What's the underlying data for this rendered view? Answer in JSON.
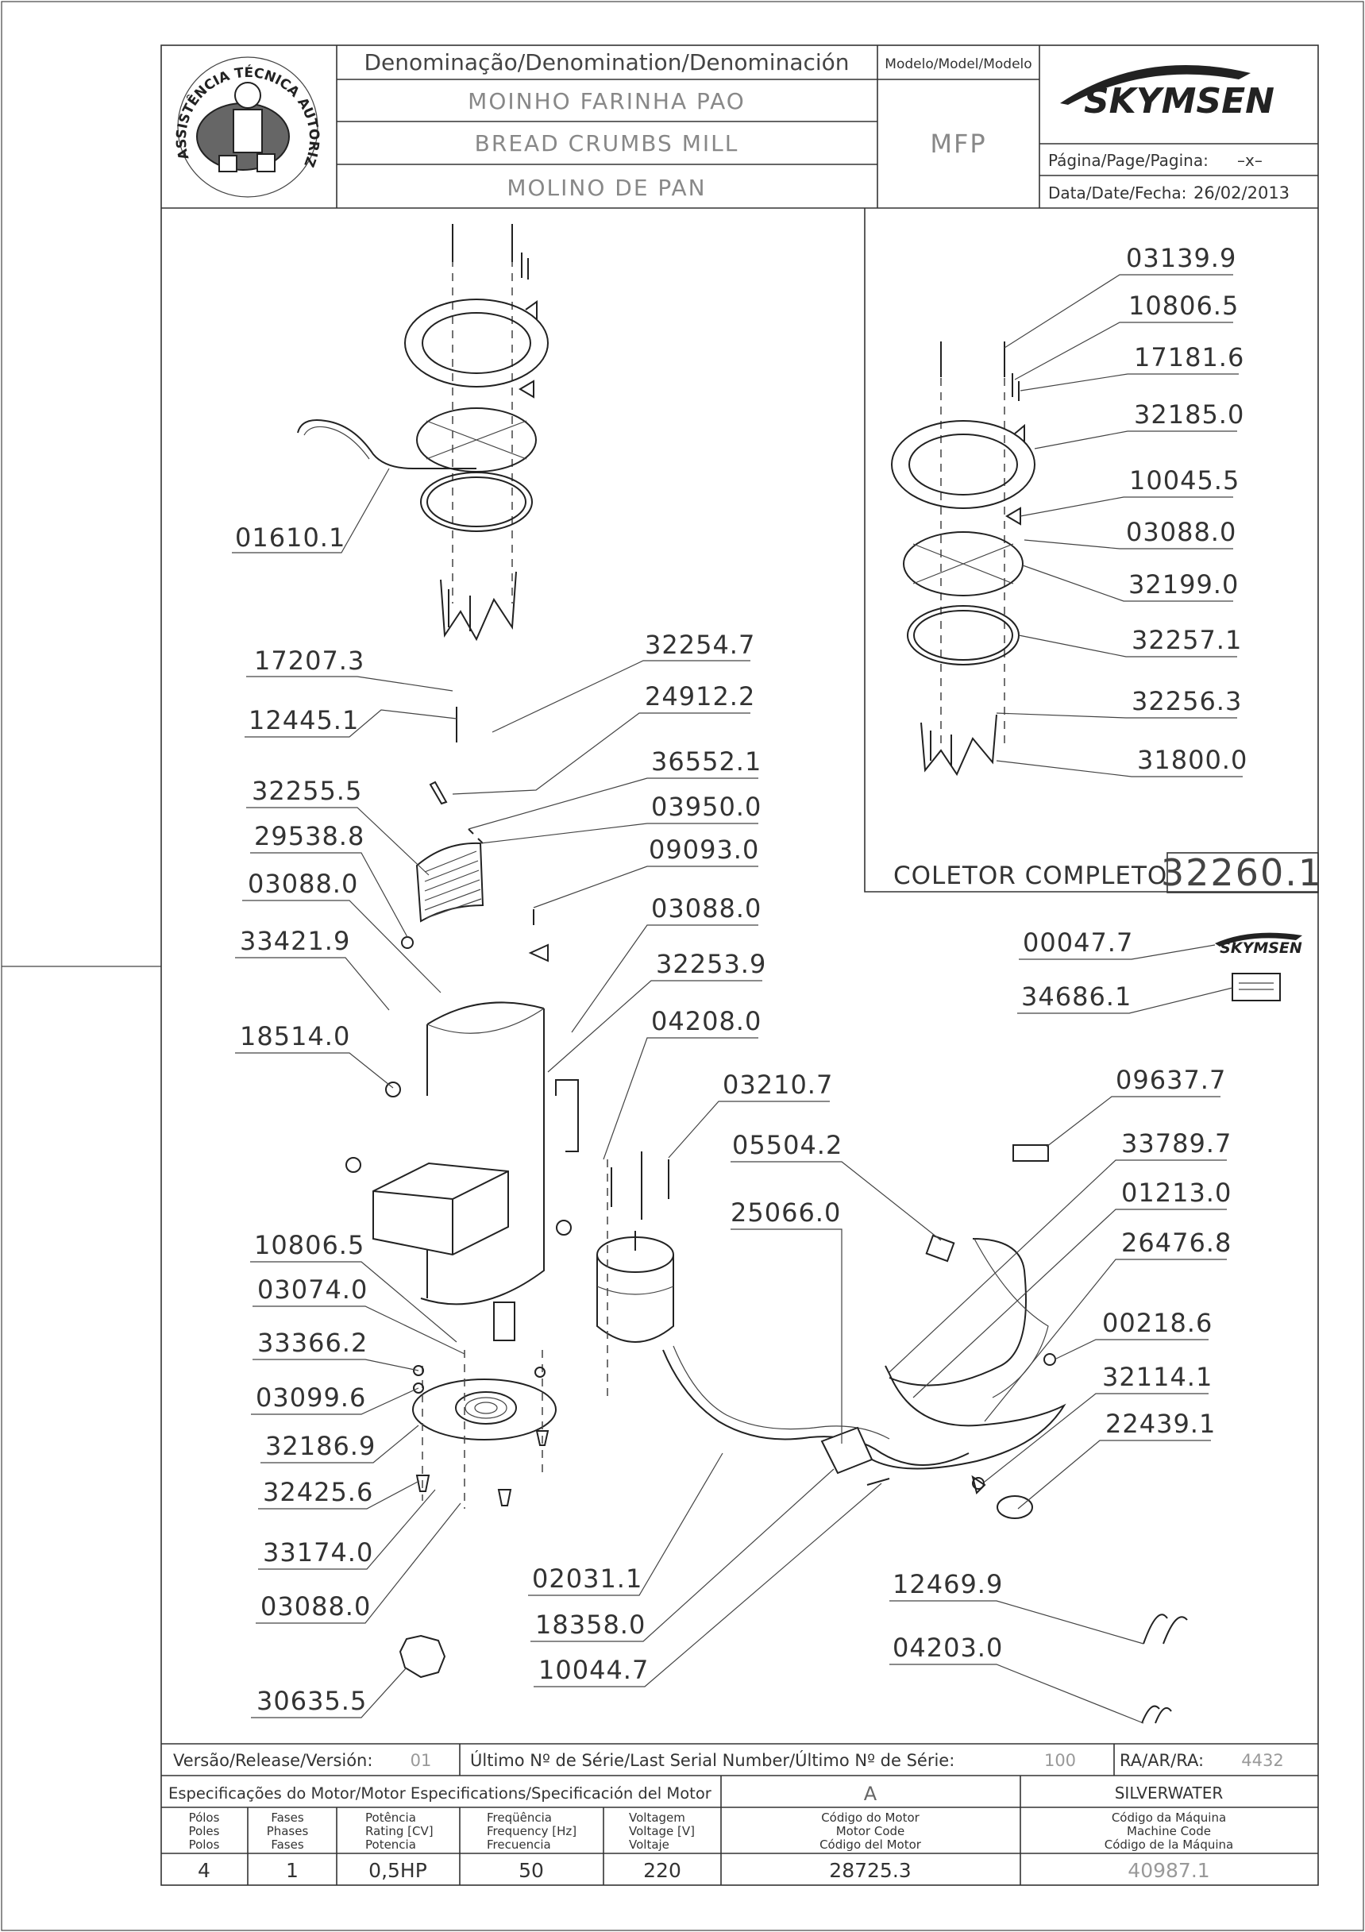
{
  "header": {
    "denomination_label": "Denominação/Denomination/Denominación",
    "model_label": "Modelo/Model/Modelo",
    "name_pt": "MOINHO FARINHA PAO",
    "name_en": "BREAD CRUMBS MILL",
    "name_es": "MOLINO DE PAN",
    "model_value": "MFP",
    "brand": "SKYMSEN",
    "page_label": "Página/Page/Pagina:",
    "page_value": "–x–",
    "date_label": "Data/Date/Fecha:",
    "date_value": "26/02/2013",
    "seal_text": "ASSISTÊNCIA TÉCNICA AUTORIZADA"
  },
  "inset": {
    "title": "COLETOR COMPLETO",
    "code": "32260.1"
  },
  "parts": {
    "p03139_9": "03139.9",
    "p10806_5a": "10806.5",
    "p17181_6": "17181.6",
    "p32185_0": "32185.0",
    "p10045_5": "10045.5",
    "p03088_0a": "03088.0",
    "p32199_0": "32199.0",
    "p32257_1": "32257.1",
    "p32256_3": "32256.3",
    "p31800_0": "31800.0",
    "p01610_1": "01610.1",
    "p17207_3": "17207.3",
    "p12445_1": "12445.1",
    "p32254_7": "32254.7",
    "p24912_2": "24912.2",
    "p36552_1": "36552.1",
    "p03950_0": "03950.0",
    "p32255_5": "32255.5",
    "p29538_8": "29538.8",
    "p09093_0": "09093.0",
    "p03088_0b": "03088.0",
    "p03088_0c": "03088.0",
    "p33421_9": "33421.9",
    "p32253_9": "32253.9",
    "p04208_0": "04208.0",
    "p18514_0": "18514.0",
    "p00047_7": "00047.7",
    "p34686_1": "34686.1",
    "p03210_7": "03210.7",
    "p09637_7": "09637.7",
    "p05504_2": "05504.2",
    "p33789_7": "33789.7",
    "p01213_0": "01213.0",
    "p25066_0": "25066.0",
    "p26476_8": "26476.8",
    "p10806_5b": "10806.5",
    "p03074_0": "03074.0",
    "p00218_6": "00218.6",
    "p33366_2": "33366.2",
    "p32114_1": "32114.1",
    "p03099_6": "03099.6",
    "p22439_1": "22439.1",
    "p32186_9": "32186.9",
    "p32425_6": "32425.6",
    "p33174_0": "33174.0",
    "p03088_0d": "03088.0",
    "p02031_1": "02031.1",
    "p12469_9": "12469.9",
    "p18358_0": "18358.0",
    "p04203_0": "04203.0",
    "p10044_7": "10044.7",
    "p30635_5": "30635.5"
  },
  "footer": {
    "version_label": "Versão/Release/Versión:",
    "version_value": "01",
    "serial_label": "Último Nº de Série/Last Serial Number/Último Nº de Série:",
    "serial_value": "100",
    "ra_label": "RA/AR/RA:",
    "ra_value": "4432",
    "motor_spec_label": "Especificações do Motor/Motor Especifications/Specificación del Motor",
    "motor_letter": "A",
    "machine_name": "SILVERWATER",
    "col_poles": [
      "Pólos",
      "Poles",
      "Polos"
    ],
    "col_phases": [
      "Fases",
      "Phases",
      "Fases"
    ],
    "col_power": [
      "Potência",
      "Rating [CV]",
      "Potencia"
    ],
    "col_freq": [
      "Freqüência",
      "Frequency [Hz]",
      "Frecuencia"
    ],
    "col_voltage": [
      "Voltagem",
      "Voltage [V]",
      "Voltaje"
    ],
    "col_motor_code": [
      "Código do Motor",
      "Motor Code",
      "Código del Motor"
    ],
    "col_machine_code": [
      "Código da Máquina",
      "Machine Code",
      "Código de la Máquina"
    ],
    "val_poles": "4",
    "val_phases": "1",
    "val_power": "0,5HP",
    "val_freq": "50",
    "val_voltage": "220",
    "val_motor_code": "28725.3",
    "val_machine_code": "40987.1"
  }
}
